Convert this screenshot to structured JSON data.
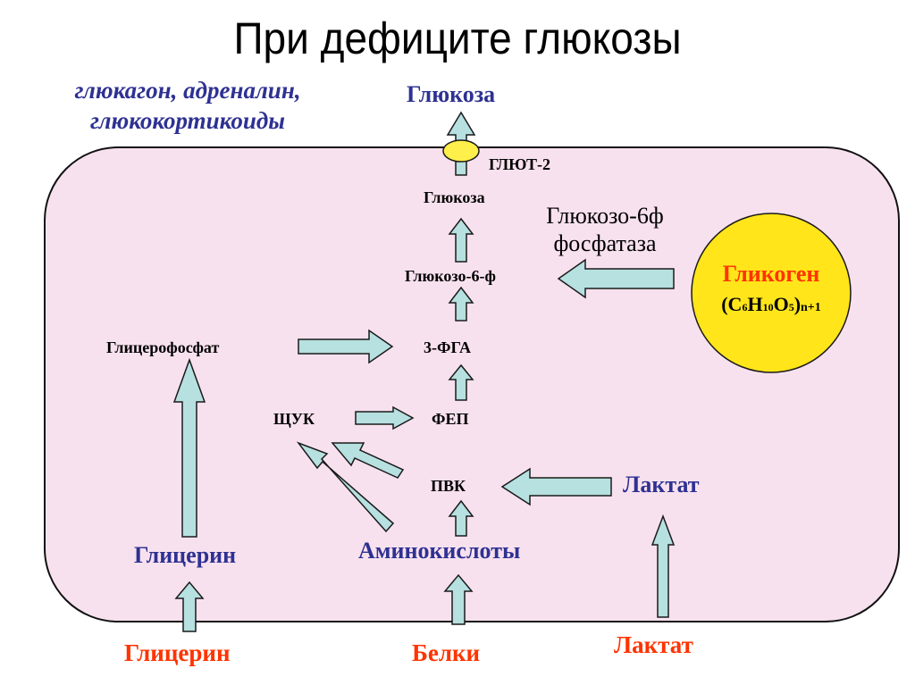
{
  "title": "При дефиците глюкозы",
  "hormones": {
    "line1": "глюкагон, адреналин,",
    "line2": "глюкокортикоиды"
  },
  "outside": {
    "glucose_out": "Глюкоза",
    "glycerol_source": "Глицерин",
    "proteins_source": "Белки",
    "lactate_source": "Лактат"
  },
  "cell": {
    "transporter": "ГЛЮТ-2",
    "glucose": "Глюкоза",
    "g6p": "Глюкозо-6-ф",
    "enzyme_line1": "Глюкозо-6ф",
    "enzyme_line2": "фосфатаза",
    "glycerophosphate": "Глицерофосфат",
    "pga": "3-ФГА",
    "oaa": "ЩУК",
    "pep": "ФЕП",
    "pyruvate": "ПВК",
    "lactate": "Лактат",
    "glycerol": "Глицерин",
    "amino_acids": "Аминокислоты"
  },
  "glycogen": {
    "name": "Гликоген",
    "formula_open": "(",
    "c": "C",
    "c_sub": "6",
    "h": "H",
    "h_sub": "10",
    "o": "O",
    "o_sub": "5",
    "formula_close": ")",
    "n_sub": "n+1"
  },
  "colors": {
    "cell_fill": "#f8e1ee",
    "arrow_fill": "#b7e0e0",
    "glycogen_fill": "#ffe51a",
    "transporter_fill": "#ffef4a",
    "label_blue": "#2e3192",
    "label_red": "#ff3300"
  }
}
